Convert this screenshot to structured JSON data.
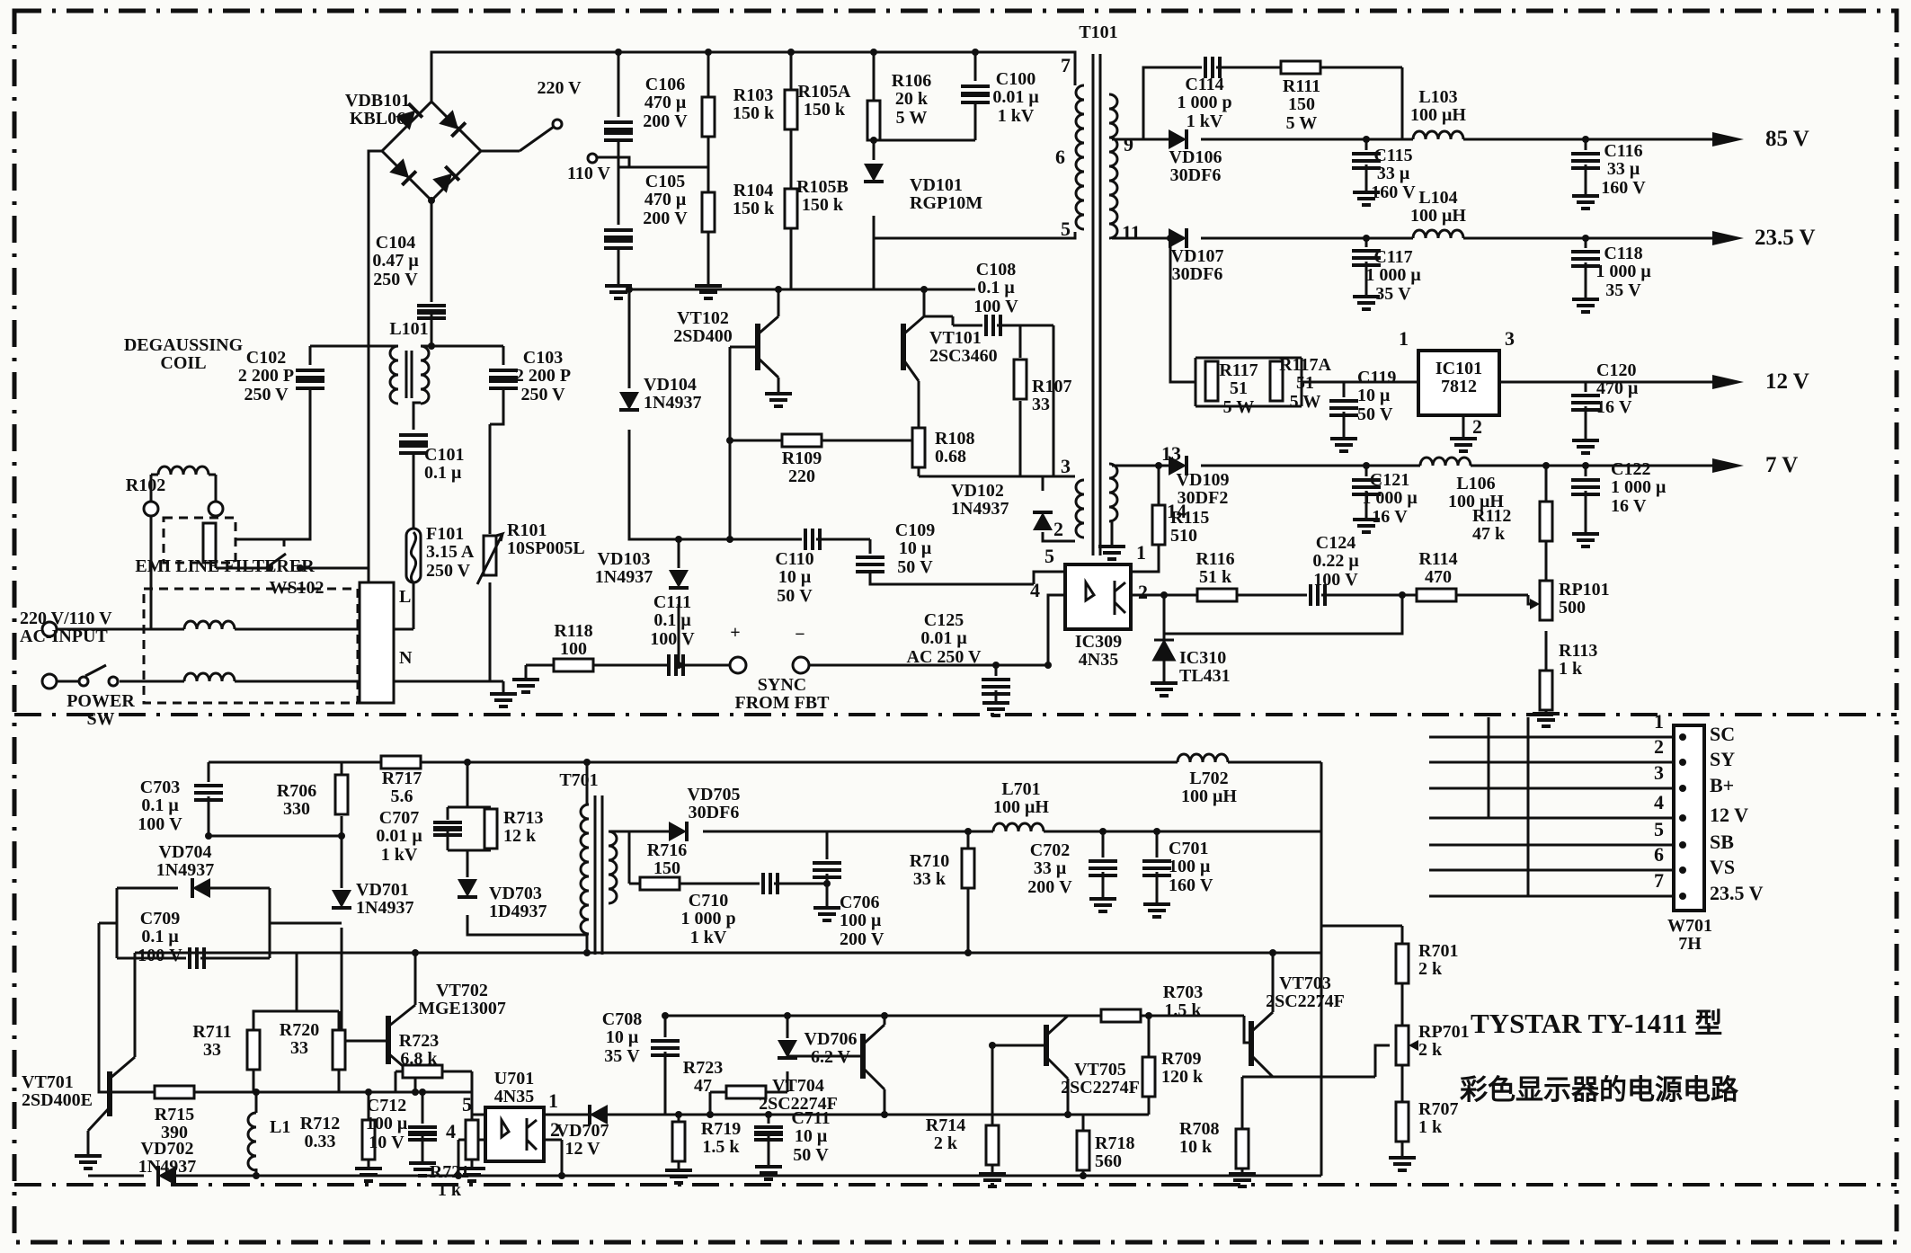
{
  "title": {
    "line1": "TYSTAR TY-1411 型",
    "line2": "彩色显示器的电源电路"
  },
  "outputs": {
    "v85": "85 V",
    "v235": "23.5 V",
    "v12": "12 V",
    "v7": "7 V"
  },
  "connector": {
    "name": "W701\n7H",
    "pins": [
      {
        "num": "1",
        "label": "SC"
      },
      {
        "num": "2",
        "label": "SY"
      },
      {
        "num": "3",
        "label": "B+"
      },
      {
        "num": "4",
        "label": "12 V"
      },
      {
        "num": "5",
        "label": "SB"
      },
      {
        "num": "6",
        "label": "VS"
      },
      {
        "num": "7",
        "label": "23.5 V"
      }
    ]
  },
  "top": {
    "vdb101": "VDB101\nKBL06",
    "sel220": "220 V",
    "sel110": "110 V",
    "c106": "C106\n470 μ\n200 V",
    "c105": "C105\n470 μ\n200 V",
    "r103": "R103\n150 k",
    "r104": "R104\n150 k",
    "r105a": "R105A\n150 k",
    "r105b": "R105B\n150 k",
    "r106": "R106\n20 k\n5 W",
    "c100": "C100\n0.01 μ\n1 kV",
    "vd101": "VD101\nRGP10M",
    "c104": "C104\n0.47 μ\n250 V",
    "t101": "T101",
    "c114": "C114\n1 000 p\n1 kV",
    "r111": "R111\n150\n5 W",
    "l103": "L103\n100 μH",
    "vd106": "VD106\n30DF6",
    "c115": "C115\n33 μ\n160 V",
    "c116": "C116\n33 μ\n160 V",
    "l104": "L104\n100 μH",
    "vd107": "VD107\n30DF6",
    "c117": "C117\n1 000 μ\n35 V",
    "c118": "C118\n1 000 μ\n35 V",
    "degaussing": "DEGAUSSING\nCOIL",
    "c102": "C102\n2 200 P\n250 V",
    "l101": "L101",
    "c103": "C103\n2 200 P\n250 V",
    "vd104": "VD104\n1N4937",
    "vt102": "VT102\n2SD400",
    "vt101": "VT101\n2SC3460",
    "c108": "C108\n0.1 μ\n100 V",
    "r107": "R107\n33",
    "r108": "R108\n0.68",
    "r109": "R109\n220",
    "vd102": "VD102\n1N4937",
    "r117": "R117\n51\n5 W",
    "r117a": "R117A\n51\n5 W",
    "c119": "C119\n10 μ\n50 V",
    "ic101": "IC101\n7812",
    "c120": "C120\n470 μ\n16 V",
    "r102": "R102",
    "ws102": "WS102",
    "c101": "C101\n0.1 μ",
    "f101": "F101\n3.15 A\n250 V",
    "r101": "R101\n10SP005L",
    "vd109": "VD109\n30DF2",
    "c121": "C121\n1 000 μ\n16 V",
    "l106": "L106\n100 μH",
    "c122": "C122\n1 000 μ\n16 V",
    "r115": "R115\n510",
    "r112": "R112\n47 k",
    "c110": "C110\n10 μ\n50 V",
    "c109": "C109\n10 μ\n50 V",
    "vd103": "VD103\n1N4937",
    "emi": "EMI LINE FILTERER",
    "ac_input": "220 V/110 V\nAC-INPUT",
    "power_sw": "POWER\nSW",
    "line_l": "L",
    "line_n": "N",
    "r118": "R118\n100",
    "c111": "C111\n0.1 μ\n100 V",
    "sync": "SYNC\nFROM FBT",
    "sync_plus": "+",
    "sync_minus": "−",
    "c125": "C125\n0.01 μ\nAC 250 V",
    "ic309": "IC309\n4N35",
    "ic310": "IC310\nTL431",
    "r116": "R116\n51 k",
    "c124": "C124\n0.22 μ\n100 V",
    "r114": "R114\n470",
    "rp101": "RP101\n500",
    "r113": "R113\n1 k",
    "pins": {
      "t7": "7",
      "t6": "6",
      "t5": "5",
      "t9": "9",
      "t11": "11",
      "t3": "3",
      "t2": "2",
      "t13": "13",
      "t14": "14",
      "ic101_1": "1",
      "ic101_2": "2",
      "ic101_3": "3",
      "ic309_5": "5",
      "ic309_4": "4",
      "ic309_1": "1",
      "ic309_2": "2"
    }
  },
  "bottom": {
    "c703": "C703\n0.1 μ\n100 V",
    "r706": "R706\n330",
    "r717": "R717\n5.6",
    "c707": "C707\n0.01 μ\n1 kV",
    "r713": "R713\n12 k",
    "t701": "T701",
    "vd705": "VD705\n30DF6",
    "r716": "R716\n150",
    "l701": "L701\n100 μH",
    "l702": "L702\n100 μH",
    "vd704": "VD704\n1N4937",
    "c709": "C709\n0.1 μ\n100 V",
    "vd701": "VD701\n1N4937",
    "vd703": "VD703\n1D4937",
    "c710": "C710\n1 000 p\n1 kV",
    "c706": "C706\n100 μ\n200 V",
    "r710": "R710\n33 k",
    "c702": "C702\n33 μ\n200 V",
    "c701": "C701\n100 μ\n160 V",
    "vt702": "VT702\nMGE13007",
    "r711": "R711\n33",
    "r720": "R720\n33",
    "vt701": "VT701\n2SD400E",
    "r715": "R715\n390",
    "l1": "L1",
    "vd702": "VD702\n1N4937",
    "r712": "R712\n0.33",
    "c712": "C712\n100 μ\n10 V",
    "r721": "R721\n1 k",
    "r723a": "R723\n6.8 k",
    "u701": "U701\n4N35",
    "c708": "C708\n10 μ\n35 V",
    "vd707": "VD707\n12 V",
    "r719": "R719\n1.5 k",
    "c711": "C711\n10 μ\n50 V",
    "r723b": "R723\n47",
    "vd706": "VD706\n6.2 V",
    "vt704": "VT704\n2SC2274F",
    "r714": "R714\n2 k",
    "vt705": "VT705\n2SC2274F",
    "r709": "R709\n120 k",
    "r718": "R718\n560",
    "r708": "R708\n10 k",
    "vt703": "VT703\n2SC2274F",
    "r703": "R703\n1.5 k",
    "r701": "R701\n2 k",
    "rp701": "RP701\n2 k",
    "r707": "R707\n1 k",
    "pins": {
      "u5": "5",
      "u4": "4",
      "u1": "1",
      "u2": "2"
    }
  }
}
